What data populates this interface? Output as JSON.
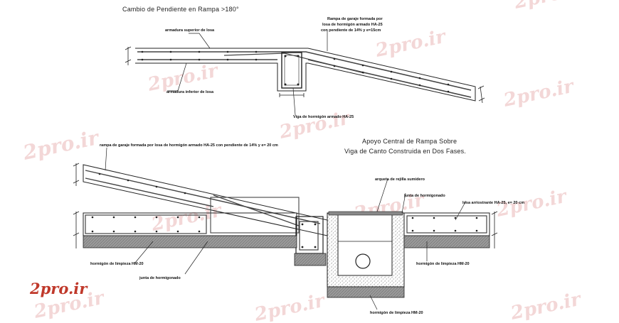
{
  "watermark": {
    "text": "2pro.ir"
  },
  "brand": {
    "text": "2pro.ir",
    "color": "#c0392b"
  },
  "detail_top": {
    "title": "Cambio de Pendiente en Rampa >180°",
    "notes": {
      "upper_reinforcement": "armadura superior de losa",
      "lower_reinforcement": "armadura inferior de losa",
      "ramp_line1": "Rampa de garaje formada por",
      "ramp_line2": "losa de hormigón armado HA-25",
      "ramp_line3": "con pendiente de 14% y e=15cm",
      "beam": "Viga de hormigón armado HA-25"
    }
  },
  "detail_bottom": {
    "title_line1": "Apoyo Central de Rampa Sobre",
    "title_line2": "Viga de Canto Construida en Dos Fases.",
    "notes": {
      "ramp": "rampa de garaje formada por losa de hormigón armado HA-25 con pendiente de 14% y e= 20 cm",
      "grate": "arqueta de rejilla sumidero",
      "joint_top": "junta de hormigonado",
      "slab": "losa arriostrante HA-25, e= 20 cm",
      "blinding_left": "hormigón de limpieza HM-20",
      "joint_bottom": "junta de hormigonado",
      "blinding_right": "hormigón de limpieza HM-20",
      "blinding_bottom": "hormigón de limpieza HM-20"
    }
  }
}
